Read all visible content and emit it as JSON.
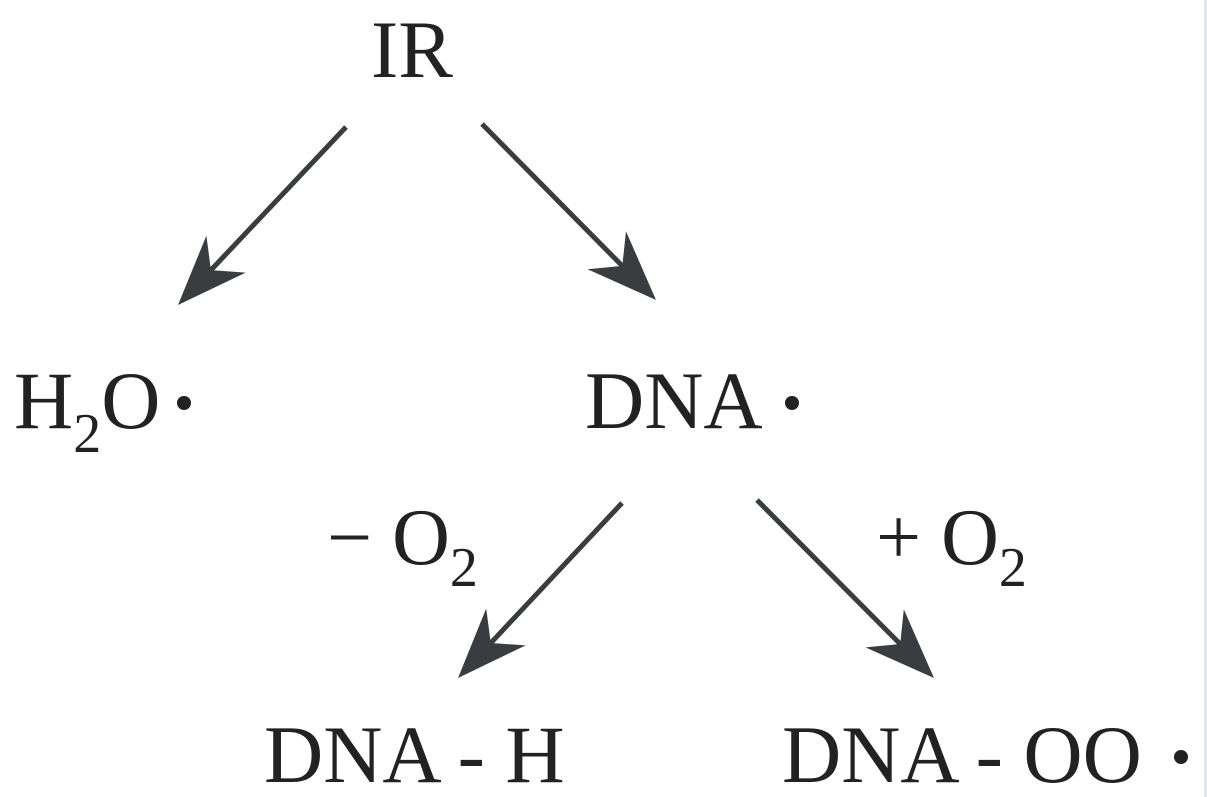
{
  "diagram": {
    "root": "IR",
    "products": {
      "water_radical": {
        "base": "H",
        "sub": "2",
        "rest": "O"
      },
      "dna_radical": "DNA"
    },
    "branches": {
      "minus_o2": {
        "sign": "− O",
        "sub": "2"
      },
      "plus_o2": {
        "sign": "+ O",
        "sub": "2"
      }
    },
    "outcomes": {
      "dna_h": "DNA - H",
      "dna_oo": "DNA - OO"
    }
  },
  "colors": {
    "text": "#222222",
    "arrow": "#3a3d3f",
    "edge": "#dbe6ef"
  }
}
